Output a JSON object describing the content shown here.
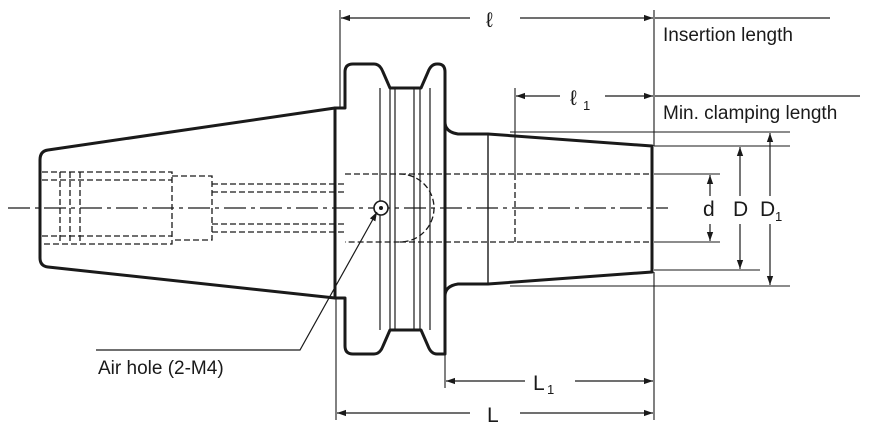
{
  "labels": {
    "insertion_length": "Insertion length",
    "min_clamping_length": "Min. clamping length",
    "air_hole": "Air hole (2-M4)"
  },
  "dimensions": {
    "l": {
      "symbol": "ℓ",
      "subscript": ""
    },
    "l1": {
      "symbol": "ℓ",
      "subscript": "1"
    },
    "d": {
      "symbol": "d",
      "subscript": ""
    },
    "D": {
      "symbol": "D",
      "subscript": ""
    },
    "D1": {
      "symbol": "D",
      "subscript": "1"
    },
    "L": {
      "symbol": "L",
      "subscript": ""
    },
    "L1": {
      "symbol": "L",
      "subscript": "1"
    }
  },
  "colors": {
    "line": "#1a1a1a",
    "background": "#ffffff"
  }
}
